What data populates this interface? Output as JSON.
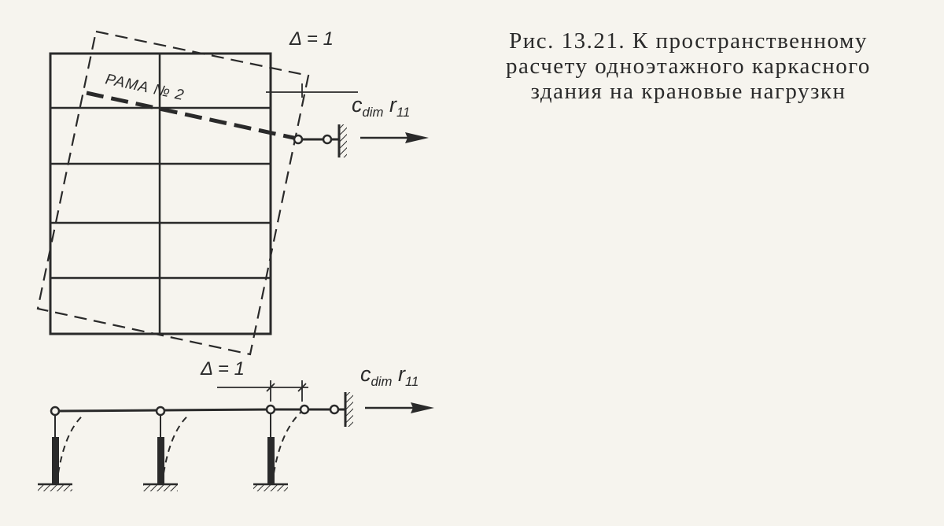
{
  "caption": {
    "line1": "Рис. 13.21.  К пространственному",
    "line2": "расчету одноэтажного каркасного",
    "line3": "здания на крановые нагрузкн"
  },
  "plan_view": {
    "frame_label": "РАМА № 2",
    "delta_label": "Δ = 1",
    "force_label_main": "c",
    "force_label_sub": "dim",
    "force_label_r": "r",
    "force_label_r_sub": "11"
  },
  "elevation_view": {
    "delta_label": "Δ = 1",
    "force_label_main": "c",
    "force_label_sub": "dim",
    "force_label_r": "r",
    "force_label_r_sub": "11"
  },
  "colors": {
    "ink": "#2a2a2a",
    "background": "#f6f4ee"
  }
}
